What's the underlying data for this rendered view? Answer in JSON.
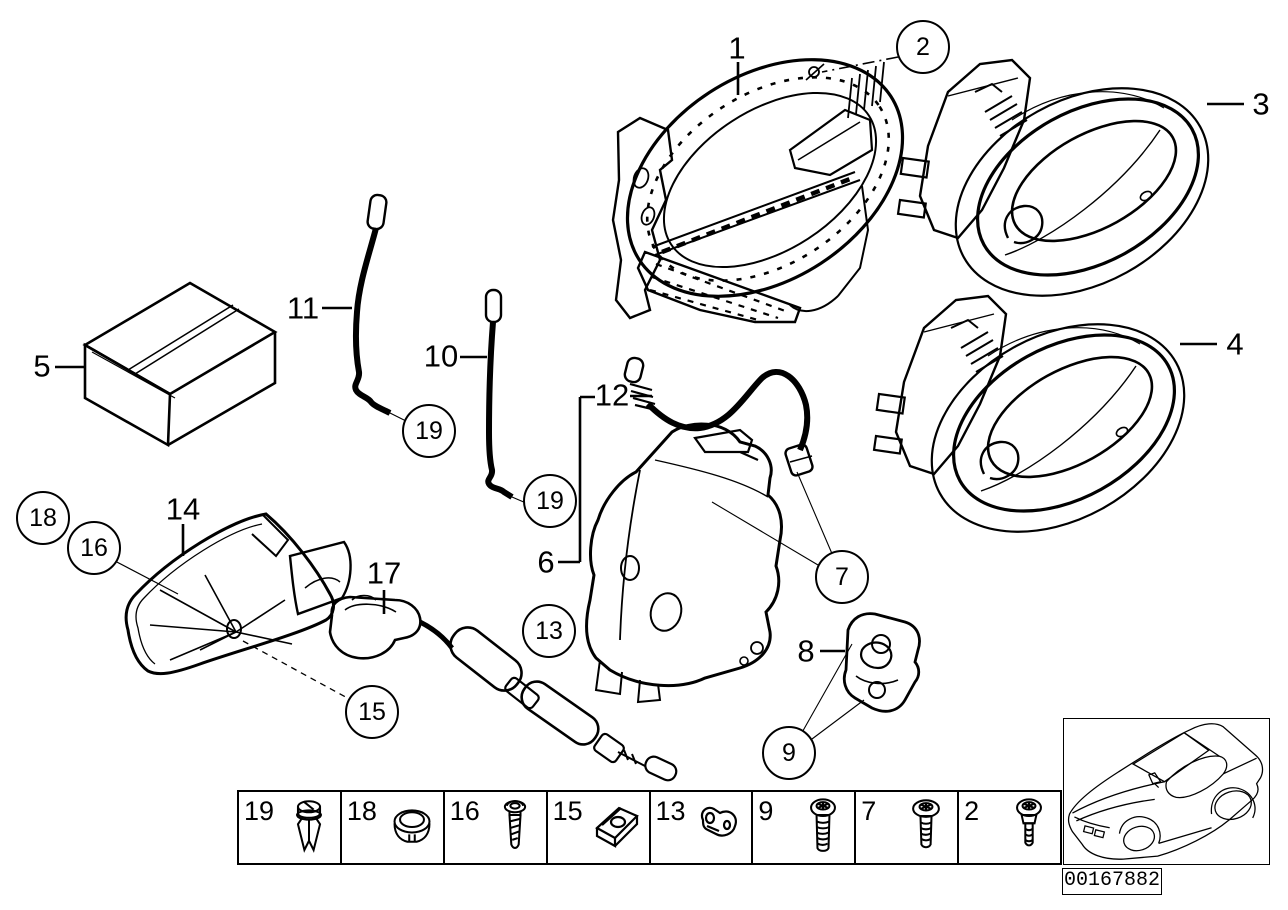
{
  "meta": {
    "image_number": "00167882"
  },
  "colors": {
    "line": "#000000",
    "background": "#ffffff"
  },
  "callouts": {
    "circled": [
      {
        "label": "2"
      },
      {
        "label": "19"
      },
      {
        "label": "19"
      },
      {
        "label": "7"
      },
      {
        "label": "13"
      },
      {
        "label": "9"
      },
      {
        "label": "18"
      },
      {
        "label": "16"
      },
      {
        "label": "15"
      }
    ],
    "plain": [
      {
        "label": "1"
      },
      {
        "label": "3"
      },
      {
        "label": "4"
      },
      {
        "label": "5"
      },
      {
        "label": "6"
      },
      {
        "label": "8"
      },
      {
        "label": "10"
      },
      {
        "label": "11"
      },
      {
        "label": "12"
      },
      {
        "label": "14"
      },
      {
        "label": "17"
      }
    ]
  },
  "legend": {
    "items": [
      {
        "number": "19",
        "icon": "expanding-rivet-icon"
      },
      {
        "number": "18",
        "icon": "blind-plug-icon"
      },
      {
        "number": "16",
        "icon": "pan-head-screw-icon"
      },
      {
        "number": "15",
        "icon": "clip-nut-icon"
      },
      {
        "number": "13",
        "icon": "lever-bracket-icon"
      },
      {
        "number": "9",
        "icon": "torx-screw-long-icon"
      },
      {
        "number": "7",
        "icon": "torx-screw-medium-icon"
      },
      {
        "number": "2",
        "icon": "torx-screw-short-icon"
      }
    ]
  }
}
